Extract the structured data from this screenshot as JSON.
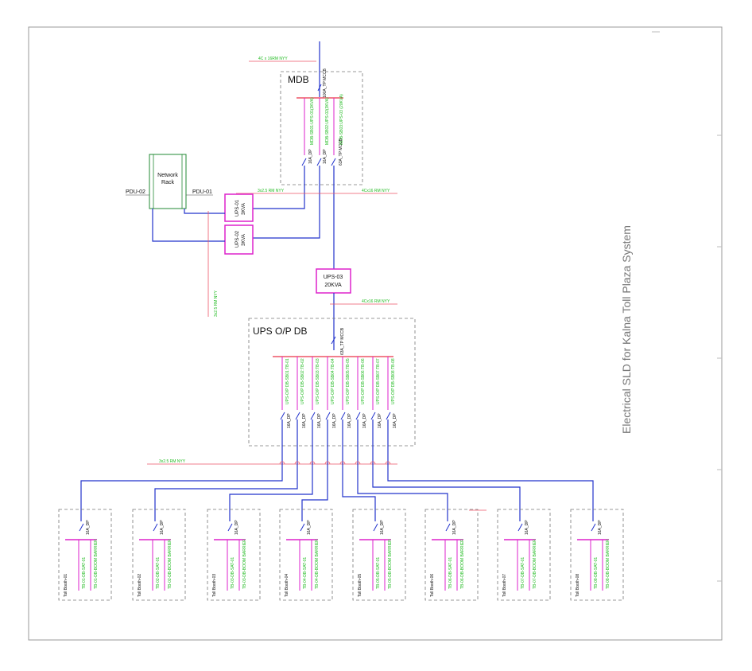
{
  "diagram": {
    "title": "Electrical SLD for Kalna Toll Plaza System",
    "colors": {
      "frame": "#999999",
      "blue_line": "#2233cc",
      "red_line": "#ee5566",
      "magenta": "#dd22cc",
      "green_text": "#22bb22",
      "network_rack_border": "#228833",
      "dashed_box": "#777777"
    },
    "incoming": {
      "cable": "4C x 16RM NYY",
      "breaker": "100A_TP MCCB"
    },
    "mdb": {
      "label": "MDB",
      "circuits": [
        "MDB-SB01:UPS-01(3KVA)",
        "MDB-SB02:UPS-02(3KVA)",
        "MDB-SB03:UPS-03 (20KVA)"
      ],
      "breakers": [
        "16A_DP",
        "16A_DP",
        "63A_TP MCCB"
      ]
    },
    "network_rack": {
      "label_line1": "Network",
      "label_line2": "Rack",
      "pdu_left": "PDU-02",
      "pdu_right": "PDU-01"
    },
    "cables": {
      "ups_feed": "3x2.5 RM NYY",
      "ups03_feed": "4Cx16 RM NYY",
      "ups_down": "3x2.5 RM NYY",
      "ups03_out": "4Cx16 RM NYY",
      "booth_feed": "3x2.5 RM NYY"
    },
    "ups_small": [
      {
        "name": "UPS-01",
        "rating": "3KVA"
      },
      {
        "name": "UPS-02",
        "rating": "3KVA"
      }
    ],
    "ups03": {
      "name": "UPS-03",
      "rating": "20KVA"
    },
    "ups_op_db": {
      "label": "UPS O/P DB",
      "main_breaker": "63A_TP MCCB",
      "circuits": [
        "UPS-O/P DB-SB01:TB-01",
        "UPS-O/P DB-SB02:TB-02",
        "UPS-O/P DB-SB03:TB-03",
        "UPS-O/P DB-SB04:TB-04",
        "UPS-O/P DB-SB05:TB-05",
        "UPS-O/P DB-SB06:TB-06",
        "UPS-O/P DB-SB07:TB-07",
        "UPS-O/P DB-SB08:TB-08"
      ],
      "breaker": "16A_DP"
    },
    "booths": [
      {
        "label": "Toll Booth-01",
        "c1": "TB-01-DB-SAT-01",
        "c2": "TB-01-DB-BOOM BARRIER",
        "breaker": "16A_DP"
      },
      {
        "label": "Toll Booth-02",
        "c1": "TB-02-DB-SAT-01",
        "c2": "TB-02-DB-BOOM BARRIER",
        "breaker": "16A_DP"
      },
      {
        "label": "Toll Booth-03",
        "c1": "TB-03-DB-SAT-01",
        "c2": "TB-03-DB-BOOM BARRIER",
        "breaker": "16A_DP"
      },
      {
        "label": "Toll Booth-04",
        "c1": "TB-04-DB-SAT-01",
        "c2": "TB-04-DB-BOOM BARRIER",
        "breaker": "16A_DP"
      },
      {
        "label": "Toll Booth-05",
        "c1": "TB-05-DB-SAT-01",
        "c2": "TB-05-DB-BOOM BARRIER",
        "breaker": "16A_DP"
      },
      {
        "label": "Toll Booth-06",
        "c1": "TB-06-DB-SAT-01",
        "c2": "TB-06-DB-BOOM BARRIER",
        "breaker": "16A_DP"
      },
      {
        "label": "Toll Booth-07",
        "c1": "TB-07-DB-SAT-01",
        "c2": "TB-07-DB-BOOM BARRIER",
        "breaker": "16A_DP"
      },
      {
        "label": "Toll Booth-08",
        "c1": "TB-08-DB-SAT-01",
        "c2": "TB-08-DB-BOOM BARRIER",
        "breaker": "16A_DP"
      }
    ]
  }
}
